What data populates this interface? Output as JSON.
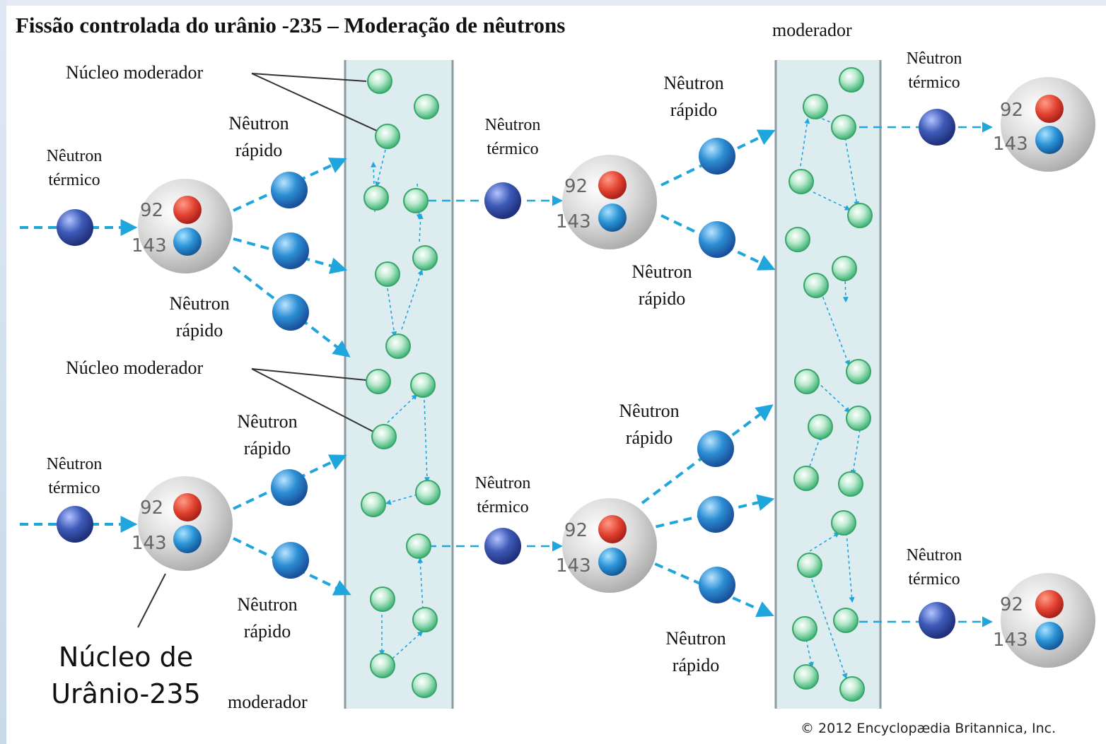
{
  "title": "Fissão controlada do urânio -235 – Moderação de nêutrons",
  "labels": {
    "moderator_top": "moderador",
    "moderator_bottom": "moderador",
    "moderator_nucleus_1": "Núcleo moderador",
    "moderator_nucleus_2": "Núcleo moderador",
    "thermal_neutron_1": "Nêutron\ntérmico",
    "thermal_neutron_2": "Nêutron\ntérmico",
    "thermal_neutron_3": "Nêutron\ntérmico",
    "thermal_neutron_4": "Nêutron\ntérmico",
    "thermal_neutron_5": "Nêutron\ntérmico",
    "thermal_neutron_6": "Nêutron\ntérmico",
    "fast_neutron_1": "Nêutron\nrápido",
    "fast_neutron_2": "Nêutron\nrápido",
    "fast_neutron_3": "Nêutron\nrápido",
    "fast_neutron_4": "Nêutron\nrápido",
    "fast_neutron_5": "Nêutron\nrápido",
    "fast_neutron_6": "Nêutron\nrápido",
    "fast_neutron_7": "Nêutron\nrápido",
    "fast_neutron_8": "Nêutron\nrápido",
    "uranium_nucleus": "Núcleo de\nUrânio-235"
  },
  "nucleus_numbers": {
    "protons": "92",
    "neutrons": "143"
  },
  "copyright": "© 2012 Encyclopædia Britannica, Inc.",
  "colors": {
    "moderator_band": "#dcecef",
    "moderator_border": "#8d9ba3",
    "arrow": "#1fa6dc",
    "neutron_blue": "#2a5aa8",
    "proton_red": "#d8372a",
    "moderator_green": "#5cc98c",
    "nucleus_gray": "#c9c9c9"
  }
}
